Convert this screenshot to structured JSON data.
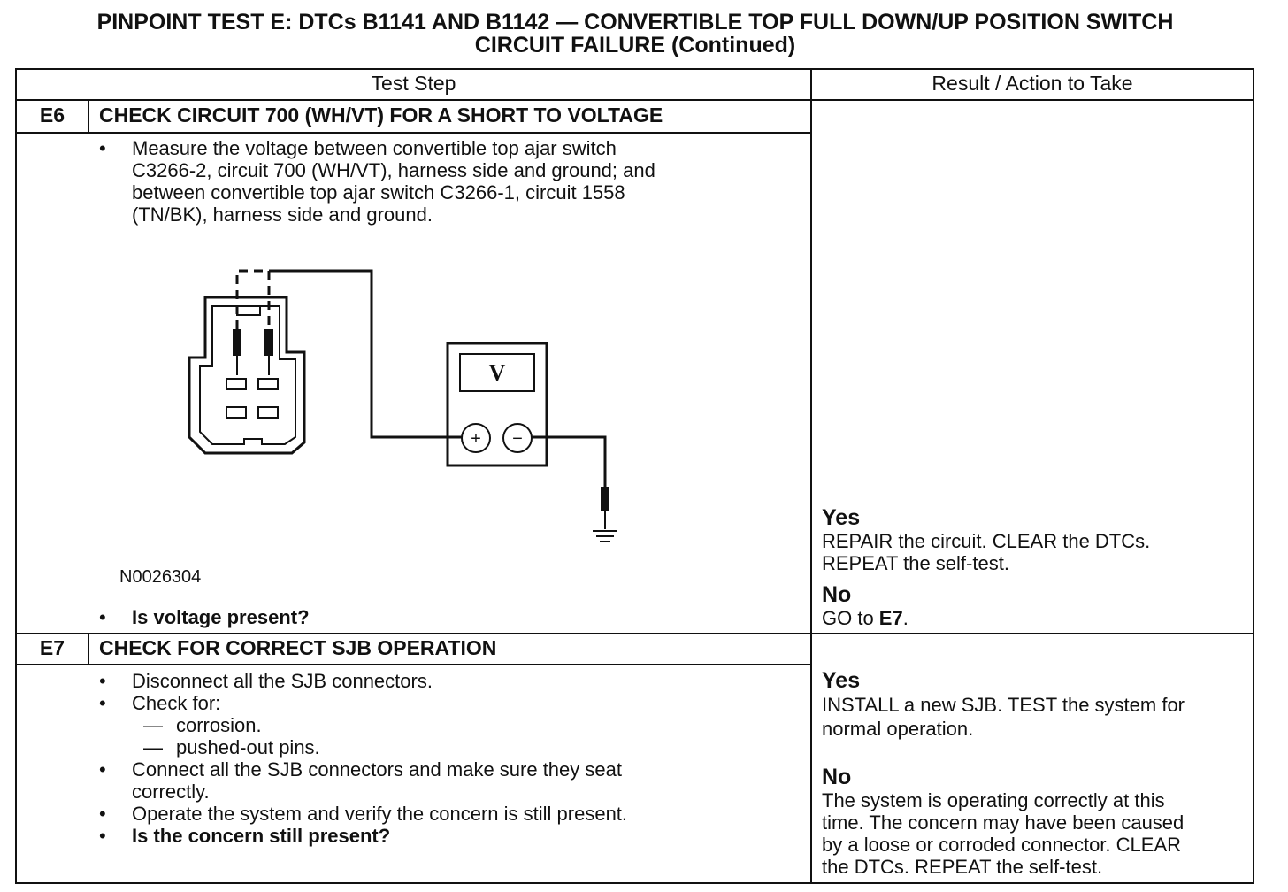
{
  "title": {
    "line1": "PINPOINT TEST E: DTCs B1141 AND B1142 — CONVERTIBLE TOP FULL DOWN/UP POSITION SWITCH",
    "line2": "CIRCUIT FAILURE (Continued)"
  },
  "table_headers": {
    "test_step": "Test Step",
    "result_action": "Result / Action to Take"
  },
  "e6": {
    "id": "E6",
    "heading": "CHECK CIRCUIT 700 (WH/VT) FOR A SHORT TO VOLTAGE",
    "instruction_lines": [
      "Measure the voltage between convertible top ajar switch",
      "C3266-2, circuit 700 (WH/VT), harness side and ground; and",
      "between convertible top ajar switch C3266-1, circuit 1558",
      "(TN/BK),  harness side and ground."
    ],
    "figure_id": "N0026304",
    "meter_label": "V",
    "plus_symbol": "+",
    "minus_symbol": "−",
    "question": "Is voltage present?",
    "yes_label": "Yes",
    "yes_lines": [
      "REPAIR the circuit. CLEAR the DTCs.",
      "REPEAT the self-test."
    ],
    "no_label": "No",
    "no_prefix": "GO to ",
    "no_target": "E7",
    "no_suffix": "."
  },
  "e7": {
    "id": "E7",
    "heading": "CHECK FOR CORRECT SJB OPERATION",
    "bullet1": "Disconnect all the SJB connectors.",
    "bullet2": "Check for:",
    "sub1": "corrosion.",
    "sub2": "pushed-out pins.",
    "bullet3_lines": [
      "Connect all the SJB connectors and make sure they seat",
      "correctly."
    ],
    "bullet4": "Operate the system and verify the concern is still present.",
    "question": "Is the concern still present?",
    "yes_label": "Yes",
    "yes_lines": [
      "INSTALL a new SJB. TEST the system for",
      "normal operation."
    ],
    "no_label": "No",
    "no_lines": [
      "The system is operating correctly at this",
      "time. The concern may have been caused",
      "by a loose or corroded connector. CLEAR",
      "the DTCs. REPEAT the self-test."
    ]
  },
  "symbols": {
    "bullet": "•",
    "dash": "—"
  },
  "colors": {
    "ink": "#111111",
    "paper": "#ffffff"
  }
}
